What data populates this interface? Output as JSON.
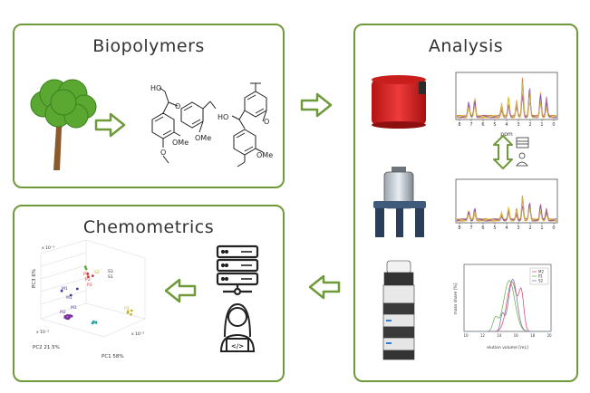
{
  "panels": {
    "biopolymers": {
      "title": "Biopolymers"
    },
    "analysis": {
      "title": "Analysis"
    },
    "chemometrics": {
      "title": "Chemometrics"
    }
  },
  "structures": {
    "ho_left": "HO",
    "ome_left_1": "OMe",
    "ome_left_2": "OMe",
    "o_left": "O",
    "ho_right": "HO",
    "ome_right": "OMe"
  },
  "nmr": {
    "ppm_ticks": [
      "8",
      "7",
      "6",
      "5",
      "4",
      "3",
      "2",
      "1",
      "0"
    ],
    "xlabel": "ppm"
  },
  "gpc": {
    "xlabel": "elution volume [mL]",
    "ylabel": "mass share [%]",
    "x_ticks": [
      "10",
      "12",
      "14",
      "16",
      "18",
      "20"
    ],
    "legend": [
      "M2",
      "P1",
      "S2"
    ]
  },
  "pca": {
    "x_axis_label": "PC1",
    "x_axis_pct": "58%",
    "y_axis_label": "PC2",
    "y_axis_pct": "21.5%",
    "z_axis_label": "PC3",
    "z_axis_pct": "6%",
    "scale_labels": [
      "x 10⁻³",
      "x 10⁻²",
      "x 10⁻²"
    ],
    "point_labels": [
      "M1",
      "M1",
      "M1",
      "M2",
      "M2",
      "P1",
      "P2",
      "P3",
      "S2",
      "S3",
      "S1",
      "P3",
      "S1"
    ]
  },
  "colors": {
    "panel_border": "#6f9a3a",
    "arrow_fill": "#ffffff",
    "arrow_stroke": "#6f9a3a",
    "tree_green": "#5aa832",
    "trunk": "#8a5a2b",
    "cryostat_red": "#d42424"
  },
  "icons": [
    "tree-icon",
    "server-icon",
    "programmer-icon",
    "nmr-magnet-icon",
    "gpc-instrument-icon",
    "mass-spec-icon"
  ]
}
